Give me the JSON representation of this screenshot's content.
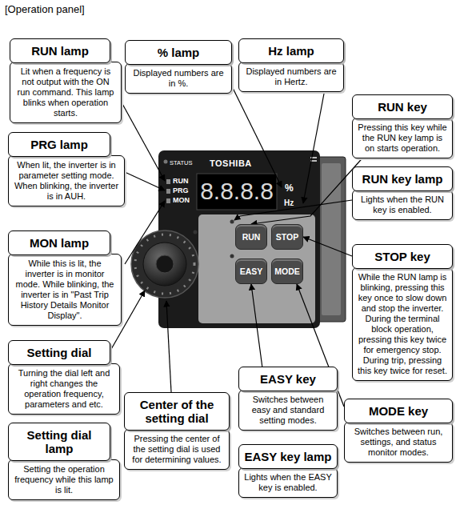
{
  "diagram": {
    "title": "[Operation panel]",
    "nodes": [
      {
        "text": [
          "RUN lamp",
          "Lit when a frequency is not output with the ON run command. This lamp blinks when operation starts."
        ]
      },
      {
        "text": [
          "% lamp",
          "Displayed numbers are in %."
        ]
      },
      {
        "text": [
          "Hz lamp",
          "Displayed numbers are in Hertz."
        ]
      },
      {
        "text": [
          "RUN key",
          "Pressing this key while the RUN key lamp is on starts operation."
        ]
      },
      {
        "text": [
          "PRG lamp",
          "When lit, the inverter is in parameter setting mode. When blinking, the inverter is in AUH."
        ]
      },
      {
        "text": [
          "RUN key lamp",
          "Lights when the RUN key is enabled."
        ]
      },
      {
        "text": [
          "MON lamp",
          "While this is lit, the inverter is in monitor mode. While blinking, the inverter is in \"Past Trip History Details Monitor Display\"."
        ]
      },
      {
        "text": [
          "RUN"
        ]
      },
      {
        "text": [
          "STOP"
        ]
      },
      {
        "text": [
          "EASY"
        ]
      },
      {
        "text": [
          "MODE"
        ]
      },
      {
        "text": [
          "STOP key",
          "While the RUN lamp is blinking, pressing this key once to slow down and stop the inverter. During the terminal block operation, pressing this key twice for emergency stop. During trip, pressing this key twice for reset."
        ]
      },
      {
        "text": [
          "Setting dial",
          "Turning the dial left and right changes the operation frequency, parameters and etc."
        ]
      },
      {
        "text": [
          "Center of the setting dial",
          "Pressing the center of the setting dial is used for determining values."
        ]
      },
      {
        "text": [
          "EASY key",
          "Switches between easy and standard setting modes."
        ]
      },
      {
        "text": [
          "MODE key",
          "Switches between run, settings, and status monitor modes."
        ]
      },
      {
        "text": [
          "Setting dial lamp",
          "Setting the operation frequency while this lamp is lit."
        ]
      },
      {
        "text": [
          "EASY key lamp",
          "Lights when the EASY key is enabled."
        ]
      }
    ],
    "edges": [
      {
        "from": 3,
        "to": 7,
        "arrow": "to"
      },
      {
        "from": 11,
        "to": 8,
        "arrow": "to"
      },
      {
        "from": 14,
        "to": 9,
        "arrow": "to"
      },
      {
        "from": 15,
        "to": 10,
        "arrow": "to"
      }
    ],
    "labels": [
      "STATUS",
      "TOSHIBA",
      "RUN",
      "PRG",
      "MON",
      "8.8.8.8",
      "%",
      "Hz"
    ]
  }
}
